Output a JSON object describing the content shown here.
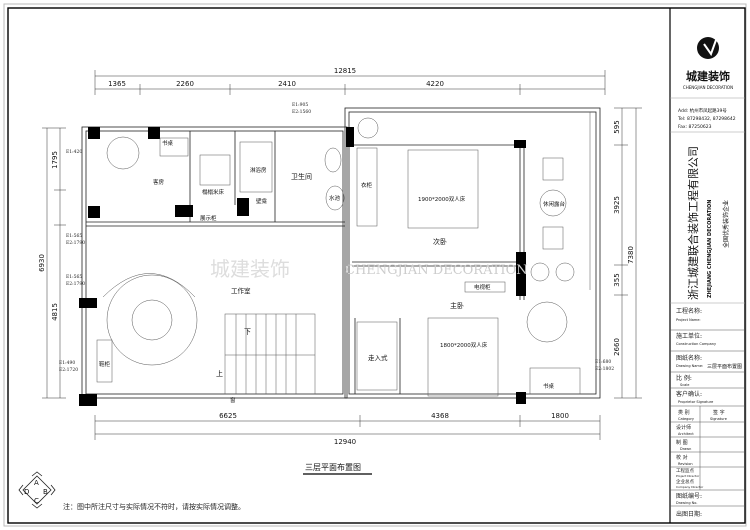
{
  "drawing": {
    "title": "三层平面布置图",
    "note": "注：图中所注尺寸与实际情况不符时，请按实际情况调整。",
    "compass": [
      "A",
      "B",
      "C",
      "D"
    ],
    "watermark_cn": "城建装饰",
    "watermark_en": "CHENGJIAN DECORATION"
  },
  "dimensions": {
    "top_total": "12815",
    "top": [
      "1365",
      "2260",
      "2410",
      "4220"
    ],
    "bottom": [
      "6625",
      "4368",
      "1800"
    ],
    "bottom_total": "12940",
    "left_total": "6930",
    "left": [
      "1795",
      "4815"
    ],
    "right": [
      "595",
      "3925",
      "355",
      "2660"
    ],
    "right_total": "7380"
  },
  "rooms": {
    "desk1": "书桌",
    "guest_room": "客房",
    "tatami": "榻榻米床",
    "shower": "淋浴房",
    "bathroom": "卫生间",
    "sink": "水池",
    "niche": "壁龛",
    "display": "展示柜",
    "wardrobe": "衣柜",
    "bed2": "1900*2000双人床",
    "terrace": "休闲露台",
    "second_bedroom": "次卧",
    "tv_cabinet": "电视柜",
    "master_bedroom": "主卧",
    "bed1": "1800*2000双人床",
    "walk_in": "走入式",
    "desk2": "书桌",
    "studio": "工作室",
    "down": "下",
    "up": "上",
    "shoe_cabinet": "鞋柜",
    "window": "窗"
  },
  "elevations": {
    "top": [
      "E1:905",
      "E2:1560"
    ],
    "left_top": "E1:420",
    "left_a": [
      "E1:565",
      "E2:1790"
    ],
    "left_b": [
      "E1:565",
      "E2:1790"
    ],
    "left_c": [
      "E1:490",
      "E2:1720"
    ],
    "right": [
      "E1:680",
      "E2:1802"
    ]
  },
  "title_block": {
    "logo_cn": "城建装饰",
    "logo_en": "CHENGJIAN DECORATION",
    "address": "Add: 杭州市凤起路39号",
    "tel": "Tel: 87298432, 87298642",
    "fax": "Fax: 87250623",
    "company_cn": "浙江城建联合装饰工程有限公司",
    "company_en": "ZHEJIANG CHENGJIAN DECORATION",
    "slogan": "全国优秀装饰企业",
    "fields": [
      {
        "cn": "工程名称:",
        "en": "Project Name:",
        "value": ""
      },
      {
        "cn": "施工单位:",
        "en": "Construction Company",
        "value": ""
      },
      {
        "cn": "图纸名称:",
        "en": "Drawing Name:",
        "value": "三层平面布置图"
      },
      {
        "cn": "比  例:",
        "en": "Scale",
        "value": ""
      },
      {
        "cn": "客户确认:",
        "en": "Proprietor Signature",
        "value": ""
      }
    ],
    "sign_header": {
      "cn1": "类  别",
      "en1": "Category",
      "cn2": "签  字",
      "en2": "Signature"
    },
    "sign_rows": [
      {
        "cn": "设计师",
        "en": "Architect"
      },
      {
        "cn": "制  图",
        "en": "Drawn"
      },
      {
        "cn": "校  对",
        "en": "Revision"
      },
      {
        "cn": "工程监点",
        "en": "Project Director"
      },
      {
        "cn": "企业总点",
        "en": "Company Director"
      }
    ],
    "drawing_no": {
      "cn": "图纸编号:",
      "en": "Drawing No."
    },
    "date": {
      "cn": "出图日期:"
    }
  }
}
